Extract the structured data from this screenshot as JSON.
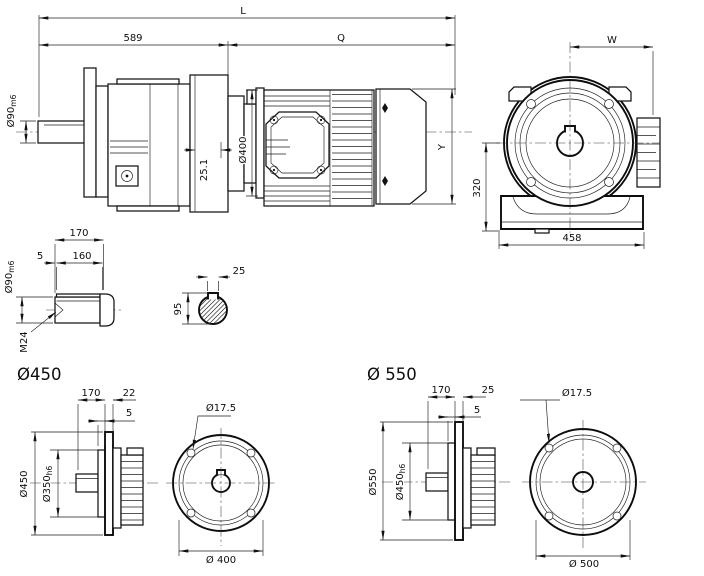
{
  "meta": {
    "background": "#ffffff",
    "line_color": "#1a1a1a"
  },
  "side_view": {
    "dim_overall": "L",
    "dim_gearbox": "589",
    "dim_motor": "Q",
    "shaft_dia": {
      "d": "Ø90",
      "tol": "m6"
    },
    "dim_face": "25.1",
    "motor_flange_dia": "Ø400",
    "dim_fan": "Y"
  },
  "front_view": {
    "dim_width": "W",
    "dim_height": "320",
    "dim_base": "458"
  },
  "shaft_detail": {
    "dim_len": "170",
    "dim_key_offset": "5",
    "dim_key_len": "160",
    "dia": {
      "d": "Ø90",
      "tol": "m6"
    },
    "thread": "M24"
  },
  "shaft_section": {
    "dim_key_width": "25",
    "dim_height": "95"
  },
  "flange_450": {
    "title": "Ø450",
    "dim_len": "170",
    "dim_thickness": "22",
    "dim_spigot": "5",
    "outer_dia": "Ø450",
    "spigot_dia": {
      "d": "Ø350",
      "tol": "h6"
    },
    "hole_dia": "Ø17.5",
    "bolt_circle_dia": "Ø 400"
  },
  "flange_550": {
    "title": "Ø 550",
    "dim_len": "170",
    "dim_thickness": "25",
    "dim_spigot": "5",
    "outer_dia": "Ø550",
    "spigot_dia": {
      "d": "Ø450",
      "tol": "h6"
    },
    "hole_dia": "Ø17.5",
    "bolt_circle_dia": "Ø 500"
  }
}
